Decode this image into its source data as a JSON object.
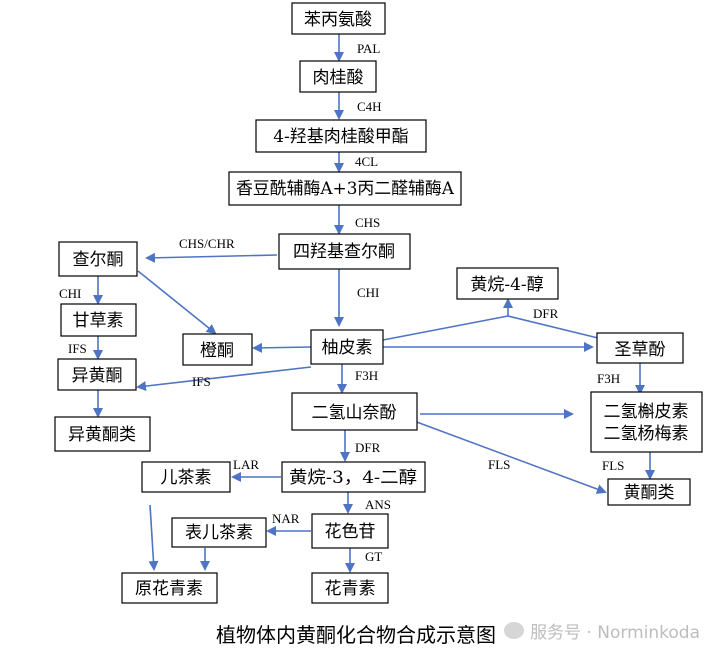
{
  "nodes": {
    "phenylalanine": "苯丙氨酸",
    "cinnamic_acid": "肉桂酸",
    "hydroxycinnamoyl": "4-羟基肉桂酸甲酯",
    "coumaroyl_coa": "香豆酰辅酶A+3丙二醛辅酶A",
    "tetrahydroxychalcone": "四羟基查尔酮",
    "chalcone": "查尔酮",
    "liquiritigenin": "甘草素",
    "isoflavone": "异黄酮",
    "isoflavonoids": "异黄酮类",
    "aurone": "橙酮",
    "naringenin": "柚皮素",
    "flavan4ol": "黄烷-4-醇",
    "eriodictyol": "圣草酚",
    "dihydrokaempferol": "二氢山奈酚",
    "dihydroquercetin": "二氢槲皮素",
    "dihydromyricetin": "二氢杨梅素",
    "flavonols": "黄酮类",
    "leucoanthocyanidin": "黄烷-3，4-二醇",
    "catechin": "儿茶素",
    "epicatechin": "表儿茶素",
    "proanthocyanidin": "原花青素",
    "anthocyanidin": "花色苷",
    "anthocyanin": "花青素"
  },
  "enzymes": {
    "pal": "PAL",
    "c4h": "C4H",
    "cl4": "4CL",
    "chs": "CHS",
    "chs_chr": "CHS/CHR",
    "chi_main": "CHI",
    "chi_left": "CHI",
    "ifs_left": "IFS",
    "ifs_mid": "IFS",
    "dfr_top": "DFR",
    "f3h_mid": "F3H",
    "f3h_right": "F3H",
    "dfr_mid": "DFR",
    "fls_mid": "FLS",
    "fls_right": "FLS",
    "lar": "LAR",
    "ans": "ANS",
    "nar": "NAR",
    "gt": "GT"
  },
  "caption": "植物体内黄酮化合物合成示意图",
  "watermark": "服务号 · Norminkoda"
}
